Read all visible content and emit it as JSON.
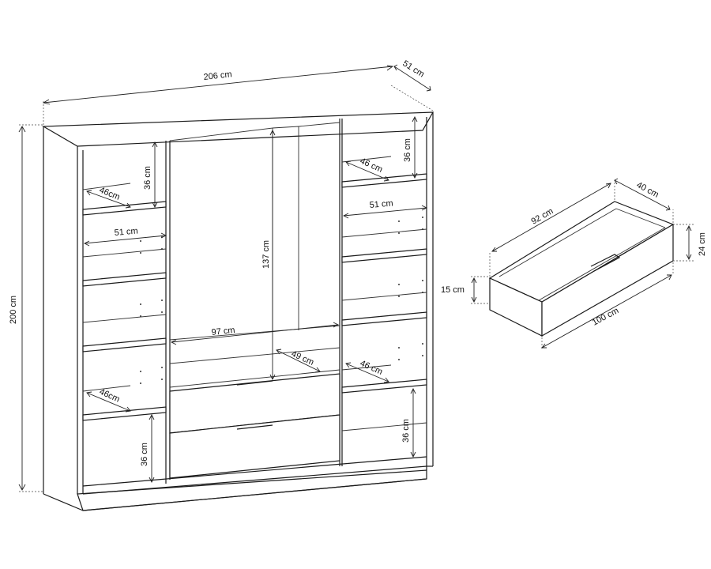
{
  "wardrobe": {
    "width": "206 cm",
    "depth": "51 cm",
    "height": "200 cm",
    "left_top_shelf_height": "36 cm",
    "left_top_shelf_depth": "46cm",
    "left_shelf_width": "51 cm",
    "hanging_height": "137 cm",
    "hanging_width": "97 cm",
    "hanging_depth": "49 cm",
    "left_bottom_shelf_depth": "46cm",
    "left_bottom_compartment_height": "36 cm",
    "right_top_shelf_height": "36 cm",
    "right_top_shelf_depth": "46 cm",
    "right_shelf_width": "51 cm",
    "right_bottom_shelf_depth": "46 cm",
    "right_bottom_compartment_height": "36 cm"
  },
  "drawer": {
    "length": "92 cm",
    "depth": "40 cm",
    "height": "24 cm",
    "front_height": "15 cm",
    "front_width": "100 cm"
  }
}
